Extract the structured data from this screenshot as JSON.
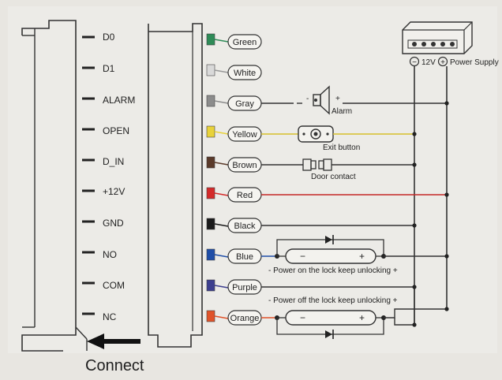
{
  "pins": [
    "D0",
    "D1",
    "ALARM",
    "OPEN",
    "D_IN",
    "+12V",
    "GND",
    "NO",
    "COM",
    "NC"
  ],
  "wires": [
    {
      "label": "Green",
      "color": "#2e8b57"
    },
    {
      "label": "White",
      "color": "#d9d9d9"
    },
    {
      "label": "Gray",
      "color": "#8c8c8c"
    },
    {
      "label": "Yellow",
      "color": "#e8d23a"
    },
    {
      "label": "Brown",
      "color": "#5a3a2a"
    },
    {
      "label": "Red",
      "color": "#d42a2a"
    },
    {
      "label": "Black",
      "color": "#1b1b1b"
    },
    {
      "label": "Blue",
      "color": "#1f4ea8"
    },
    {
      "label": "Purple",
      "color": "#3d3f8f"
    },
    {
      "label": "Orange",
      "color": "#e0532a"
    }
  ],
  "power_supply": {
    "label": "Power Supply",
    "voltage": "12V",
    "minus": "−",
    "plus": "+"
  },
  "devices": {
    "alarm": "Alarm",
    "alarm_minus": "-",
    "alarm_plus": "+",
    "exit_button": "Exit button",
    "door_contact": "Door contact",
    "no_lock_note": "-  Power on the lock keep unlocking  +",
    "nc_lock_note": "-  Power off the lock keep unlocking  +",
    "lock_minus": "−",
    "lock_plus": "+"
  },
  "connect_label": "Connect"
}
